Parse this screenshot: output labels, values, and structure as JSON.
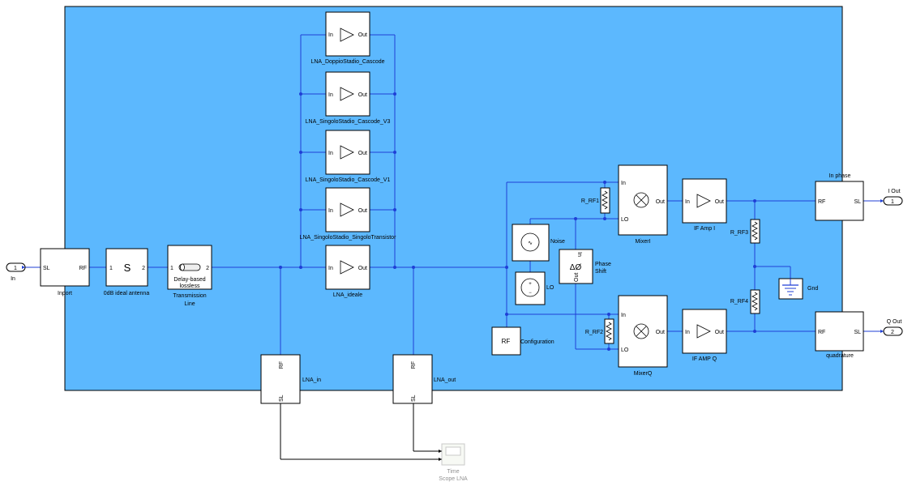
{
  "inports": [
    {
      "num": "1",
      "label": "In"
    }
  ],
  "outports": [
    {
      "num": "1",
      "label": "I Out"
    },
    {
      "num": "2",
      "label": "Q Out"
    }
  ],
  "blocks": {
    "inport": {
      "label": "Inport",
      "in": "SL",
      "out": "RF"
    },
    "antenna": {
      "label": "0dB ideal antenna",
      "in": "1",
      "out": "2",
      "glyph": "S"
    },
    "tline": {
      "label": [
        "Delay-based",
        "lossless",
        "Transmission",
        "Line"
      ],
      "in": "1",
      "out": "2"
    },
    "lna_doppio": {
      "label": "LNA_DoppioStadio_Cascode"
    },
    "lna_v3": {
      "label": "LNA_SingoloStadio_Cascode_V3"
    },
    "lna_v1": {
      "label": "LNA_SingoloStadio_Cascode_V1"
    },
    "lna_trans": {
      "label": "LNA_SingoloStadio_SingoloTransistor"
    },
    "lna_ideale": {
      "label": "LNA_ideale"
    },
    "amp_port_in": "In",
    "amp_port_out": "Out",
    "config": {
      "text": "RF",
      "label": "Configuration"
    },
    "noise": {
      "label": "Noise"
    },
    "lo": {
      "label": "LO"
    },
    "phase": {
      "label": [
        "Phase",
        "Shift"
      ],
      "in": "In",
      "out": "Out"
    },
    "r_rf1": {
      "label": "R_RF1"
    },
    "r_rf2": {
      "label": "R_RF2"
    },
    "r_rf3": {
      "label": "R_RF3"
    },
    "r_rf4": {
      "label": "R_RF4"
    },
    "mixer_i": {
      "label": "MixerI",
      "in": "In",
      "lo": "LO",
      "out": "Out"
    },
    "mixer_q": {
      "label": "MixerQ",
      "in": "In",
      "lo": "LO",
      "out": "Out"
    },
    "if_amp_i": {
      "label": "IF Amp I"
    },
    "if_amp_q": {
      "label": "IF AMP Q"
    },
    "gnd": {
      "label": "Gnd"
    },
    "inphase": {
      "label": "In phase",
      "in": "RF",
      "out": "SL"
    },
    "quadrature": {
      "label": "quadrature",
      "in": "RF",
      "out": "SL"
    },
    "lna_in": {
      "label": "LNA_in",
      "top": "RF",
      "bottom": "SL"
    },
    "lna_out": {
      "label": "LNA_out",
      "top": "RF",
      "bottom": "SL"
    },
    "scope": {
      "label": [
        "Time",
        "Scope LNA"
      ]
    }
  },
  "colors": {
    "subsystem_bg": "#5cb8fe",
    "wire": "#1f3fd6",
    "block_bg": "#ffffff"
  }
}
